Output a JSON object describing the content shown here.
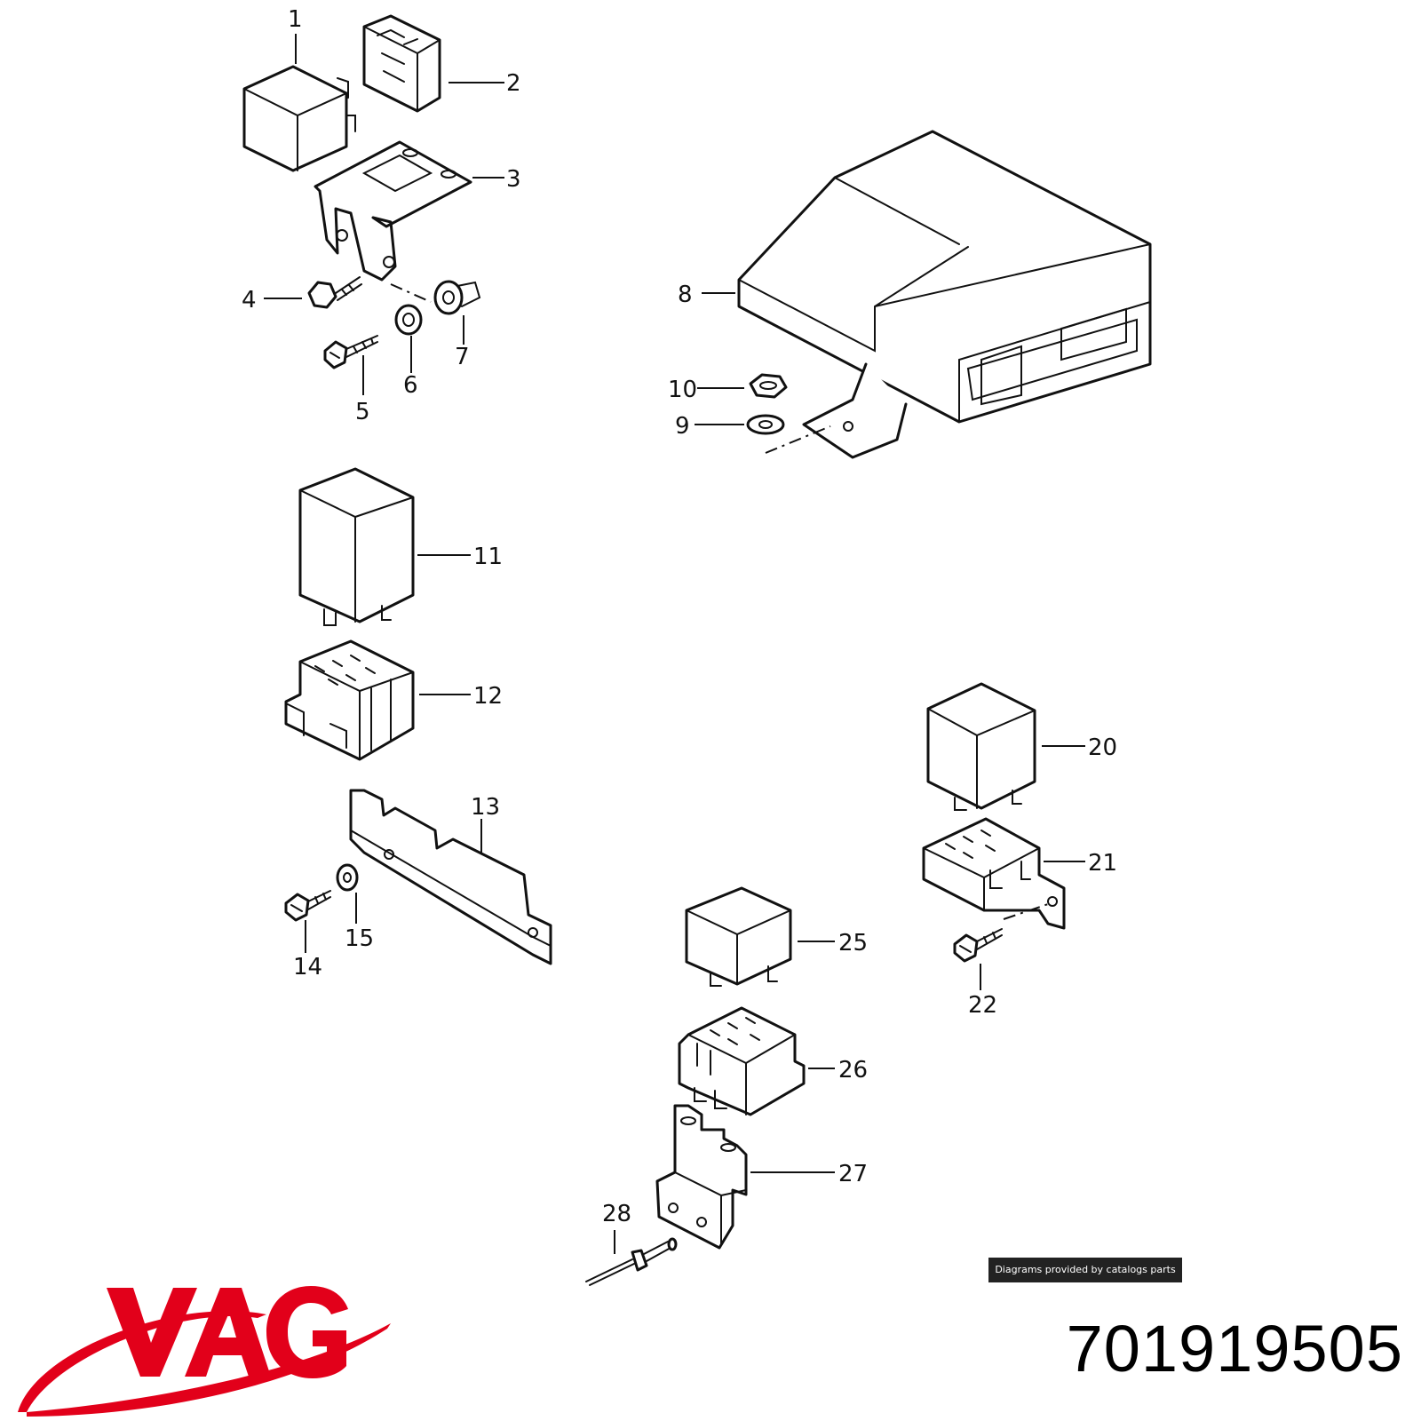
{
  "diagram": {
    "callouts": [
      "1",
      "2",
      "3",
      "4",
      "5",
      "6",
      "7",
      "8",
      "9",
      "10",
      "11",
      "12",
      "13",
      "14",
      "15",
      "20",
      "21",
      "22",
      "25",
      "26",
      "27",
      "28"
    ]
  },
  "footer": {
    "credit": "Diagrams provided by catalogs parts",
    "brand_logo_text": "VAG",
    "part_number": "701919505"
  },
  "colors": {
    "brand_red": "#e2001a",
    "line": "#111111",
    "credit_bg": "#222222"
  }
}
